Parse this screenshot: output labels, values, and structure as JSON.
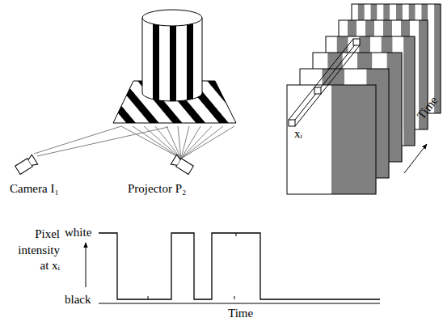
{
  "diagram": {
    "labels": [
      "Camera I₁",
      "Projector P₂",
      "xᵢ",
      "Time",
      "Pixel intensity at xᵢ",
      "white",
      "black",
      "Time"
    ]
  }
}
